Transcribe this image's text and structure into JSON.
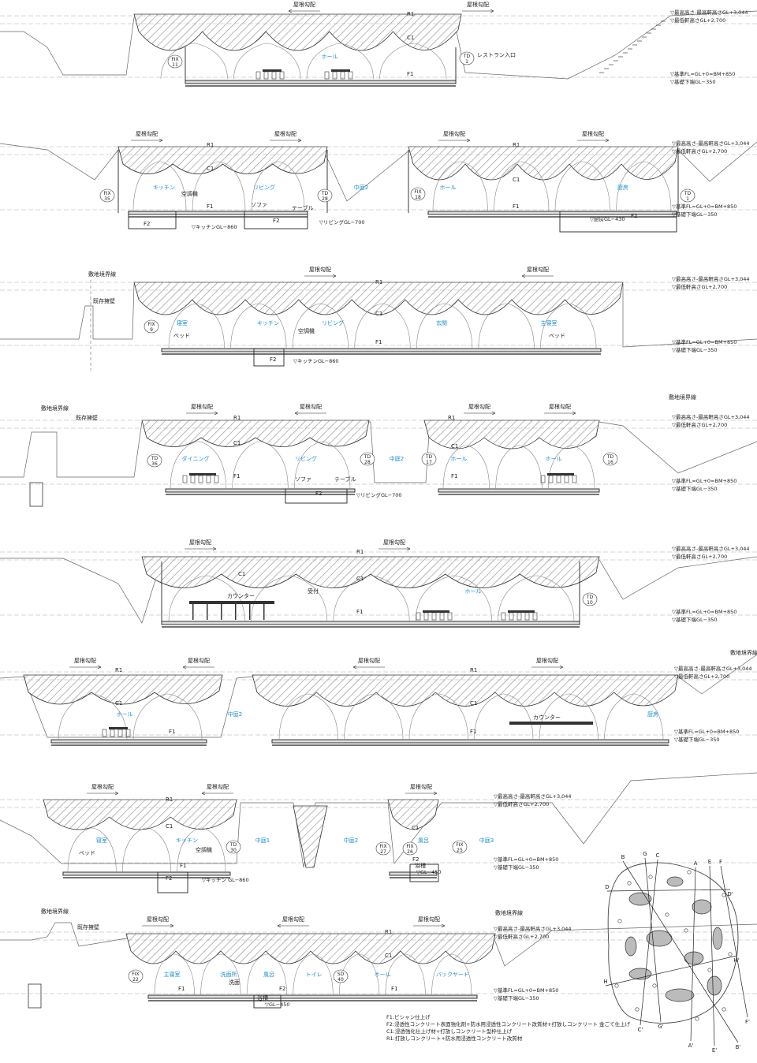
{
  "labels": {
    "roof_slope": "屋根勾配",
    "r1": "R1",
    "c1": "C1",
    "f1": "F1",
    "f2": "F2",
    "site_boundary": "敷地境界線",
    "existing_wall": "既存擁壁",
    "restaurant_entrance": "レストラン入口",
    "aircon": "空調機",
    "sofa": "ソファ",
    "table": "テーブル",
    "bed": "ベッド",
    "counter": "カウンター",
    "reception": "受付",
    "bathtub": "浴槽",
    "washbasin": "洗面"
  },
  "levels": {
    "max_height": "▽最高高さ-最高軒高さGL+3,044",
    "min_eave": "▽最低軒高さGL+2,700",
    "base_fl": "▽基準FL=GL+0=BM+850",
    "foundation": "▽基礎下端GL−350",
    "kitchen_gl": "▽キッチンGL−860",
    "kitchen_gl2": "▽キッチン GL−860",
    "living_gl": "▽リビングGL−700",
    "kitchen_room_gl": "▽厨房GL−430",
    "bath_gl": "▽GL−450"
  },
  "rooms": {
    "hall": "ホール",
    "kitchen": "キッチン",
    "living": "リビング",
    "courtyard1": "中庭1",
    "courtyard2": "中庭2",
    "courtyard3": "中庭3",
    "kitchen_room": "厨房",
    "bedroom": "寝室",
    "master_bedroom": "主寝室",
    "entrance": "玄関",
    "dining": "ダイニング",
    "bath": "風呂",
    "toilet": "トイレ",
    "washroom": "洗面所",
    "backyard": "バックヤード"
  },
  "doors": {
    "fix11": [
      "FIX",
      "11"
    ],
    "td1": [
      "TD",
      "1"
    ],
    "fix35": [
      "FIX",
      "35"
    ],
    "td28": [
      "TD",
      "28"
    ],
    "fix18": [
      "FIX",
      "18"
    ],
    "fix9": [
      "FIX",
      "9"
    ],
    "td36": [
      "TD",
      "36"
    ],
    "td17": [
      "TD",
      "17"
    ],
    "td16": [
      "TD",
      "16"
    ],
    "td10": [
      "TD",
      "10"
    ],
    "td30": [
      "TD",
      "30"
    ],
    "fix27": [
      "FIX",
      "27"
    ],
    "fix26": [
      "FIX",
      "26"
    ],
    "fix25": [
      "FIX",
      "25"
    ],
    "fix22": [
      "FIX",
      "22"
    ],
    "sd40": [
      "SD",
      "40"
    ]
  },
  "legend": [
    "F1:ビシャン仕上げ",
    "F2:浸透性コンクリート表面強化剤+防水用浸透性コンクリート改質材+打放しコンクリート 金ごて仕上げ",
    "C1:浸透強化仕上げ材+打放しコンクリート型枠仕上げ",
    "R1:打放しコンクリート+防水用浸透性コンクリート改質材"
  ],
  "key_plan": [
    "A",
    "A'",
    "B",
    "B'",
    "C",
    "C'",
    "D",
    "D'",
    "E",
    "E'",
    "F",
    "F'",
    "G",
    "G'",
    "H",
    "H'"
  ]
}
